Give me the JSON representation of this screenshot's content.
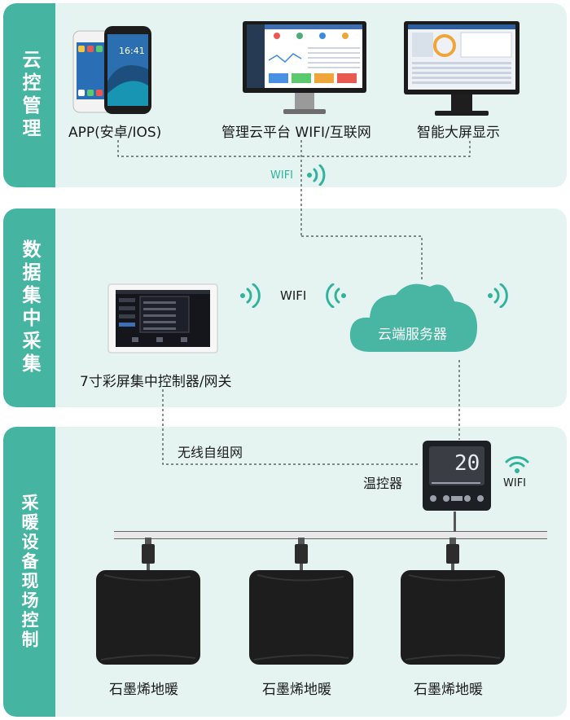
{
  "panels": {
    "cloud_management": {
      "title": "云控管理",
      "devices": {
        "app": {
          "label": "APP(安卓/IOS)",
          "phone_time": "16:41"
        },
        "platform": {
          "label": "管理云平台 WIFI/互联网"
        },
        "bigscreen": {
          "label": "智能大屏显示"
        }
      },
      "wifi_label": "WIFI"
    },
    "data_collection": {
      "title": "数据集中采集",
      "controller": {
        "label": "7寸彩屏集中控制器/网关"
      },
      "wifi_label": "WIFI",
      "cloud_server": {
        "label": "云端服务器"
      }
    },
    "onsite_control": {
      "title": "采暖设备现场控制",
      "network_label": "无线自组网",
      "thermostat": {
        "label": "温控器",
        "display_value": "20"
      },
      "wifi_label": "WIFI",
      "heaters": [
        {
          "label": "石墨烯地暖"
        },
        {
          "label": "石墨烯地暖"
        },
        {
          "label": "石墨烯地暖"
        }
      ]
    }
  },
  "colors": {
    "accent": "#45b4a0",
    "panel_bg": "#e5f4f1",
    "wifi": "#2fb39c",
    "cloud": "#48b6a2",
    "pipe": "#555555",
    "heater": "#1d1d1d"
  },
  "icons": [
    "wifi-icon",
    "cloud-icon",
    "phone-icon",
    "monitor-icon",
    "thermostat-icon",
    "heater-icon"
  ]
}
